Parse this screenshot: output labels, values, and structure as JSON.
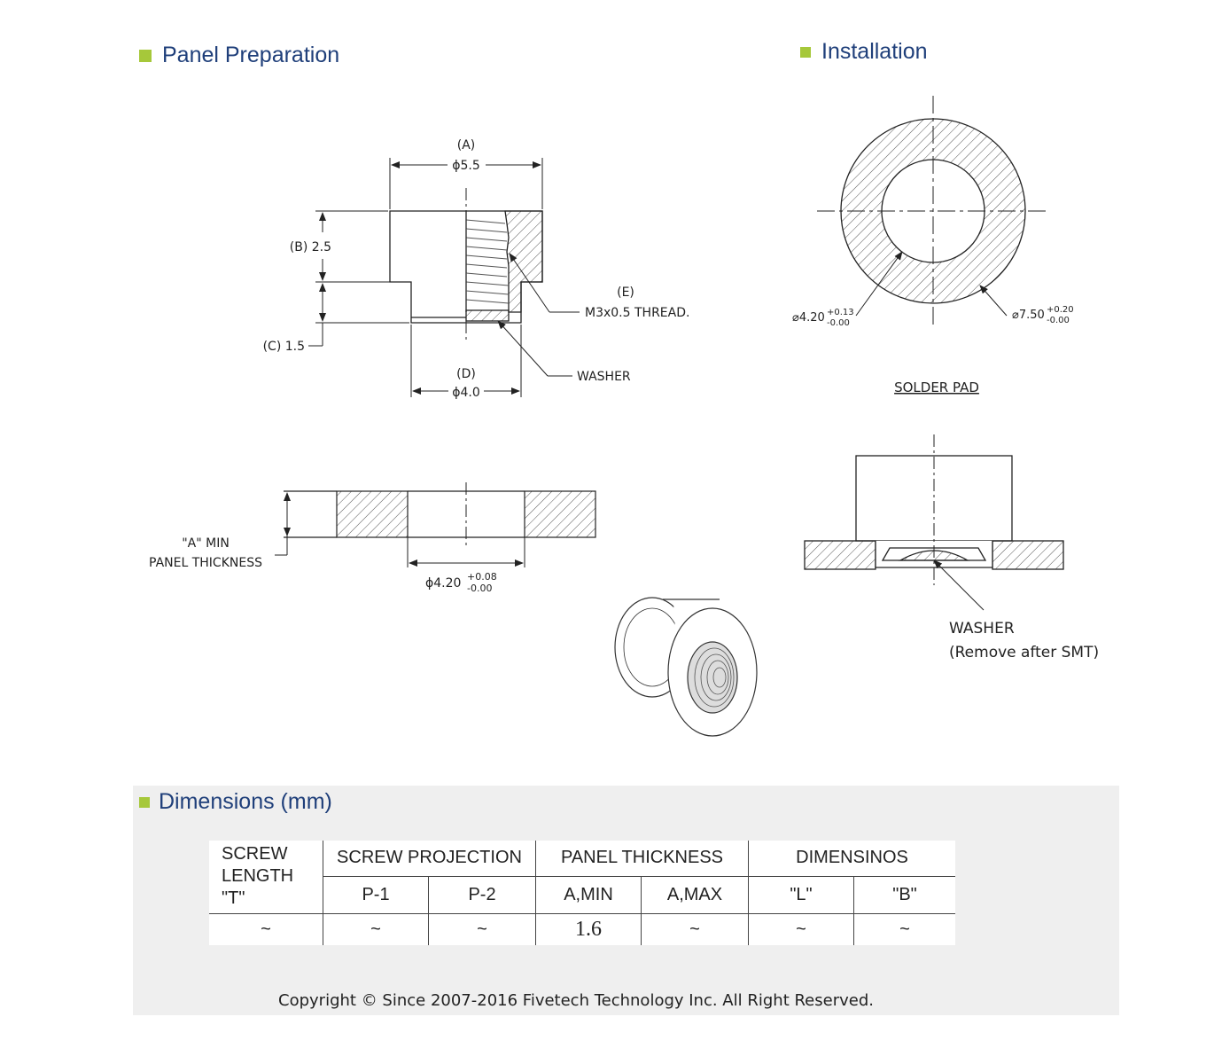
{
  "accent_color": "#a6c83a",
  "title_color": "#1f3f7a",
  "sections": {
    "panel_preparation": "Panel Preparation",
    "installation": "Installation",
    "dimensions": "Dimensions (mm)"
  },
  "drawing": {
    "dim_a_label": "(A)",
    "dim_a_value": "ϕ5.5",
    "dim_b_label": "(B) 2.5",
    "dim_c_label": "(C) 1.5",
    "dim_d_label": "(D)",
    "dim_d_value": "ϕ4.0",
    "dim_e_label": "(E)",
    "dim_e_value": "M3x0.5 THREAD.",
    "washer": "WASHER",
    "panel_a_min": "\"A\" MIN",
    "panel_thickness": "PANEL THICKNESS",
    "hole_dia_base": "ϕ4.20",
    "hole_dia_tol_upper": "+0.08",
    "hole_dia_tol_lower": "-0.00",
    "pad_inner_base": "⌀4.20",
    "pad_inner_tol_upper": "+0.13",
    "pad_inner_tol_lower": "-0.00",
    "pad_outer_base": "⌀7.50",
    "pad_outer_tol_upper": "+0.20",
    "pad_outer_tol_lower": "-0.00",
    "solder_pad": "SOLDER PAD",
    "washer_install": "WASHER",
    "remove_after_smt": "(Remove after SMT)"
  },
  "table": {
    "col_screw_length": [
      "SCREW",
      "LENGTH",
      "\"T\""
    ],
    "col_screw_projection": "SCREW PROJECTION",
    "col_panel_thickness": "PANEL THICKNESS",
    "col_dimensions": "DIMENSINOS",
    "sub_p1": "P-1",
    "sub_p2": "P-2",
    "sub_amin": "A,MIN",
    "sub_amax": "A,MAX",
    "sub_l": "\"L\"",
    "sub_b": "\"B\"",
    "row": [
      "~",
      "~",
      "~",
      "1.6",
      "~",
      "~",
      "~"
    ]
  },
  "copyright": "Copyright © Since 2007-2016 Fivetech Technology Inc. All Right Reserved."
}
